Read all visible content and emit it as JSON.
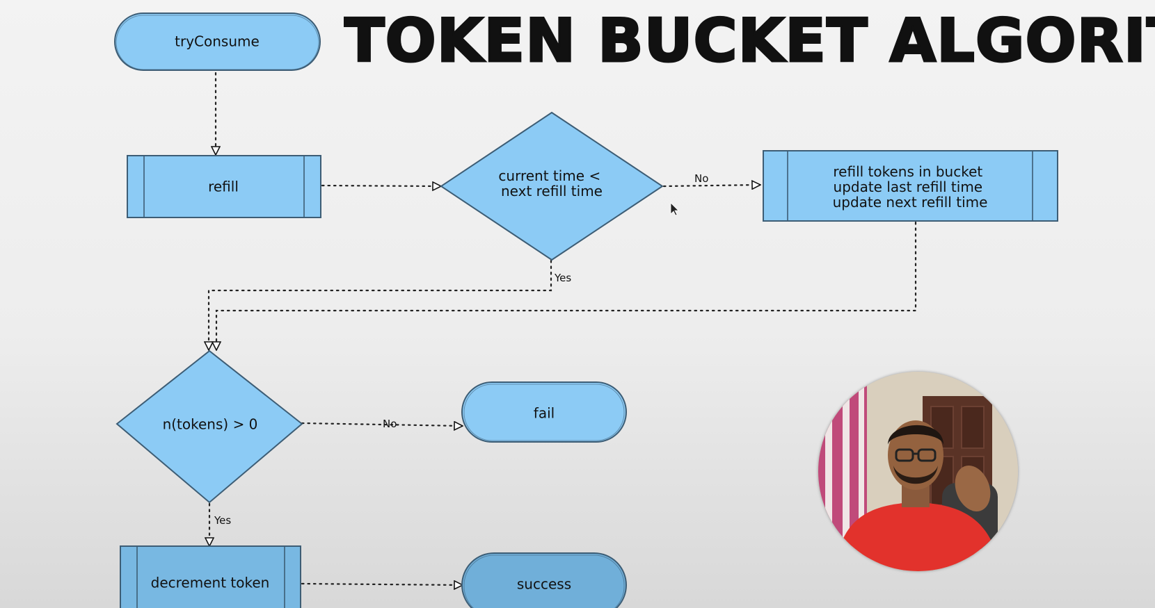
{
  "title": "TOKEN BUCKET ALGORITHM",
  "nodes": {
    "try_consume": "tryConsume",
    "refill": "refill",
    "time_check": [
      "current time <",
      "next refill time"
    ],
    "refill_action": [
      "refill tokens in bucket",
      "update last refill time",
      "update next refill time"
    ],
    "token_check": "n(tokens) > 0",
    "fail": "fail",
    "decrement": "decrement token",
    "success": "success"
  },
  "edges": {
    "time_no": "No",
    "time_yes": "Yes",
    "tokens_no": "No",
    "tokens_yes": "Yes"
  },
  "colors": {
    "node_fill": "#8ccbf5",
    "node_fill_dark": "#70afd9",
    "node_stroke": "#3d5d75",
    "connector": "#222222"
  },
  "presenter": {
    "icon": "presenter-webcam-overlay"
  }
}
